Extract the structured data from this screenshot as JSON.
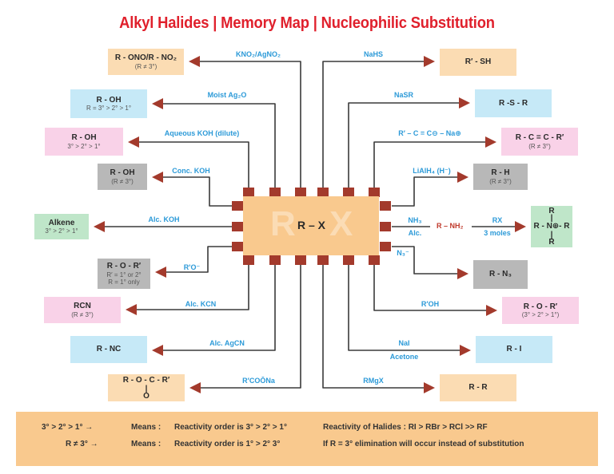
{
  "title": "Alkyl Halides | Memory Map | Nucleophilic Substitution",
  "center": {
    "label": "R – X",
    "ghost_left": "R",
    "ghost_right": "X"
  },
  "colors": {
    "title": "#e0202c",
    "reagent": "#2c9ad8",
    "arrow": "#a33a2c",
    "connector": "#3a3a3a",
    "center_fill": "#f9c98e",
    "legend_fill": "#f9c98e"
  },
  "left_branches": [
    {
      "id": "ono-no2",
      "reagent": "KNO₂/AgNO₂",
      "product": "R - ONO/R - NO₂",
      "note": "(R ≠ 3°)",
      "color": "peach"
    },
    {
      "id": "roh-moist",
      "reagent": "Moist Ag₂O",
      "product": "R - OH",
      "note": "R = 3° > 2° > 1°",
      "color": "blue"
    },
    {
      "id": "roh-aq",
      "reagent": "Aqueous KOH (dilute)",
      "product": "R - OH",
      "note": "3° > 2° > 1°",
      "color": "pink"
    },
    {
      "id": "roh-conc",
      "reagent": "Conc. KOH",
      "product": "R - OH",
      "note": "(R ≠ 3°)",
      "color": "gray"
    },
    {
      "id": "alkene",
      "reagent": "Alc. KOH",
      "product": "Alkene",
      "note": "3° > 2° > 1°",
      "color": "green"
    },
    {
      "id": "ether",
      "reagent": "R'O⁻",
      "product": "R - O - R′",
      "note": "R′ = 1° or 2°",
      "note2": "R = 1° only",
      "color": "gray"
    },
    {
      "id": "rcn",
      "reagent": "Alc. KCN",
      "product": "RCN",
      "note": "(R ≠ 3°)",
      "color": "pink"
    },
    {
      "id": "rnc",
      "reagent": "Alc. AgCN",
      "product": "R - NC",
      "note": "",
      "color": "blue"
    },
    {
      "id": "ester",
      "reagent": "R′COŌNa",
      "product": "R - O - C - R′",
      "note": "O",
      "color": "peach"
    }
  ],
  "right_branches": [
    {
      "id": "thiol",
      "reagent": "NaHS",
      "product": "R′ - SH",
      "note": "",
      "color": "peach"
    },
    {
      "id": "thioether",
      "reagent": "NaSR",
      "product": "R -S - R",
      "note": "",
      "color": "blue"
    },
    {
      "id": "alkyne",
      "reagent": "R′ – C = C⊖ – Na⊕",
      "product": "R - C = C - R′",
      "note": "(R ≠ 3°)",
      "color": "pink"
    },
    {
      "id": "alkane",
      "reagent": "LiAlH₄ (H⁻)",
      "product": "R - H",
      "note": "(R ≠ 3°)",
      "color": "gray"
    },
    {
      "id": "quat",
      "reagent": "NH₃",
      "reagent2": "Alc.",
      "intermediate": "R – NH₂",
      "reagent3": "RX",
      "reagent4": "3 moles",
      "product": "R - N⊕- R",
      "product_top": "R",
      "product_bottom": "R",
      "color": "green"
    },
    {
      "id": "azide",
      "reagent": "N₃⁻",
      "product": "R - N₃",
      "note": "",
      "color": "gray"
    },
    {
      "id": "ether2",
      "reagent": "R′OH",
      "product": "R - O - R′",
      "note": "(3° > 2° > 1°)",
      "color": "pink"
    },
    {
      "id": "iodide",
      "reagent": "NaI",
      "reagent2": "Acetone",
      "product": "R - I",
      "note": "",
      "color": "blue"
    },
    {
      "id": "coupling",
      "reagent": "RMgX",
      "product": "R - R",
      "note": "",
      "color": "peach"
    }
  ],
  "legend": {
    "row1": {
      "symbol": "3° > 2° > 1°  →",
      "means": "Means :",
      "text": "Reactivity order is  3° > 2° > 1°",
      "extra": "Reactivity of Halides :  RI > RBr > RCl >> RF"
    },
    "row2": {
      "symbol": "R ≠ 3°  →",
      "means": "Means :",
      "text": "Reactivity order is  1° > 2°  3°",
      "extra": "If R = 3° elimination will occur instead of substitution"
    }
  }
}
